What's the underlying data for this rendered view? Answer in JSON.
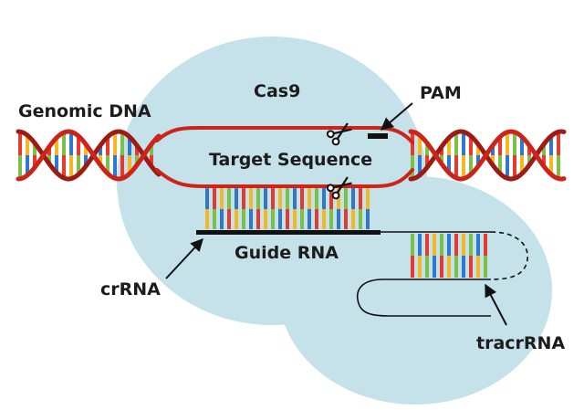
{
  "labels": {
    "genomic_dna": "Genomic DNA",
    "cas9": "Cas9",
    "pam": "PAM",
    "target_sequence": "Target Sequence",
    "guide_rna": "Guide RNA",
    "crrna": "crRNA",
    "tracrrna": "tracrRNA"
  },
  "colors": {
    "cas9_fill": "#c5e1ea",
    "dna_strand": "#cc2418",
    "dna_strand_dark": "#9e1a12",
    "rna_line": "#111111",
    "base_red": "#e53a2f",
    "base_blue": "#2f77cf",
    "base_green": "#7cc04a",
    "base_yellow": "#f3b826",
    "label_text": "#1c1c1c"
  },
  "icons": {
    "scissors": "scissors-icon",
    "arrow": "arrow-icon"
  }
}
